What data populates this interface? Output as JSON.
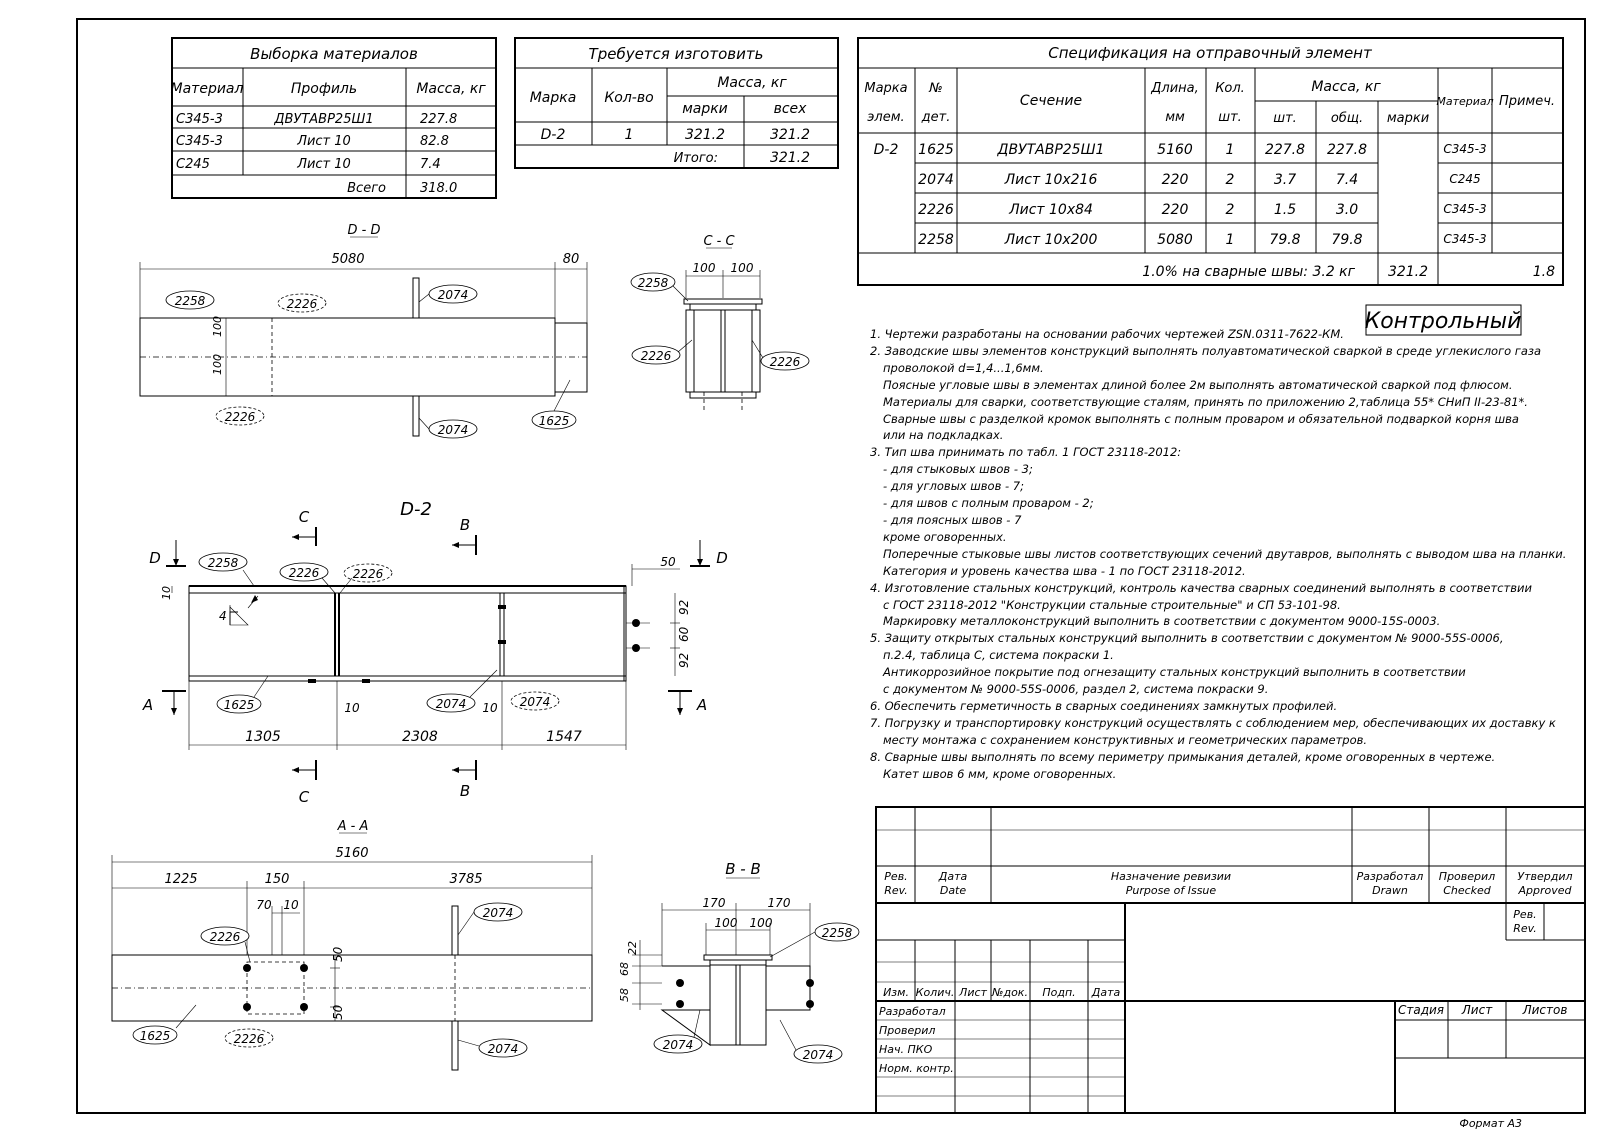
{
  "sample_table": {
    "title": "Выборка материалов",
    "headers": [
      "Материал",
      "Профиль",
      "Масса, кг"
    ],
    "rows": [
      [
        "С345-3",
        "ДВУТАВР25Ш1",
        "227.8"
      ],
      [
        "С345-3",
        "Лист 10",
        "82.8"
      ],
      [
        "С245",
        "Лист 10",
        "7.4"
      ]
    ],
    "total_label": "Всего",
    "total_value": "318.0"
  },
  "make_table": {
    "title": "Требуется изготовить",
    "h_mark": "Марка",
    "h_qty": "Кол-во",
    "h_mass": "Масса, кг",
    "h_each": "марки",
    "h_all": "всех",
    "row": [
      "D-2",
      "1",
      "321.2",
      "321.2"
    ],
    "total_label": "Итого:",
    "total_value": "321.2"
  },
  "spec_table": {
    "title": "Спецификация на отправочный элемент",
    "h_mark1": "Марка",
    "h_mark2": "элем.",
    "h_no1": "№",
    "h_no2": "дет.",
    "h_section": "Сечение",
    "h_len1": "Длина,",
    "h_len2": "мм",
    "h_qty1": "Кол.",
    "h_qty2": "шт.",
    "h_mass": "Масса, кг",
    "h_pc": "шт.",
    "h_tot": "общ.",
    "h_mk": "марки",
    "h_mat": "Материал",
    "h_note": "Примеч.",
    "mark": "D-2",
    "rows": [
      [
        "1625",
        "ДВУТАВР25Ш1",
        "5160",
        "1",
        "227.8",
        "227.8",
        "С345-3"
      ],
      [
        "2074",
        "Лист 10х216",
        "220",
        "2",
        "3.7",
        "7.4",
        "С245"
      ],
      [
        "2226",
        "Лист 10х84",
        "220",
        "2",
        "1.5",
        "3.0",
        "С345-3"
      ],
      [
        "2258",
        "Лист 10х200",
        "5080",
        "1",
        "79.8",
        "79.8",
        "С345-3"
      ]
    ],
    "weld_note": "1.0% на сварные швы: 3.2 кг",
    "mark_mass": "321.2",
    "weld_mass": "1.8"
  },
  "stamp_label": "Контрольный",
  "notes": [
    {
      "t": "1. Чертежи разработаны на основании рабочих чертежей ZSN.0311-7622-КМ.",
      "i": false
    },
    {
      "t": "2. Заводские швы элементов конструкций выполнять полуавтоматической сваркой в среде углекислого газа",
      "i": false
    },
    {
      "t": "проволокой d=1,4...1,6мм.",
      "i": true
    },
    {
      "t": "Поясные угловые швы в элементах длиной более 2м выполнять автоматической сваркой под флюсом.",
      "i": true
    },
    {
      "t": "Материалы для сварки, соответствующие сталям, принять по приложению 2,таблица 55* СНиП II-23-81*.",
      "i": true
    },
    {
      "t": "Сварные швы с разделкой кромок выполнять с полным проваром и обязательной подваркой корня шва",
      "i": true
    },
    {
      "t": "или на подкладках.",
      "i": true
    },
    {
      "t": "3. Тип шва принимать по табл. 1 ГОСТ 23118-2012:",
      "i": false
    },
    {
      "t": "- для стыковых швов - 3;",
      "i": true
    },
    {
      "t": "- для угловых швов - 7;",
      "i": true
    },
    {
      "t": "- для швов с полным проваром - 2;",
      "i": true
    },
    {
      "t": "- для поясных швов - 7",
      "i": true
    },
    {
      "t": "кроме оговоренных.",
      "i": true
    },
    {
      "t": "Поперечные стыковые швы листов соответствующих сечений двутавров, выполнять с выводом шва на планки.",
      "i": true
    },
    {
      "t": "Категория и уровень качества шва - 1 по ГОСТ 23118-2012.",
      "i": true
    },
    {
      "t": "4. Изготовление стальных конструкций, контроль качества сварных соединений выполнять в соответствии",
      "i": false
    },
    {
      "t": "с ГОСТ 23118-2012 \"Конструкции стальные строительные\" и СП 53-101-98.",
      "i": true
    },
    {
      "t": "Маркировку металлоконструкций выполнить в соответствии с документом 9000-15S-0003.",
      "i": true
    },
    {
      "t": "5. Защиту открытых стальных конструкций выполнить в соответствии с документом № 9000-55S-0006,",
      "i": false
    },
    {
      "t": "п.2.4, таблица С, система покраски 1.",
      "i": true
    },
    {
      "t": "Антикоррозийное покрытие под огнезащиту стальных конструкций выполнить  в соответствии",
      "i": true
    },
    {
      "t": "с документом № 9000-55S-0006, раздел 2, система покраски 9.",
      "i": true
    },
    {
      "t": "6. Обеспечить герметичность в сварных соединениях замкнутых профилей.",
      "i": false
    },
    {
      "t": "7. Погрузку и транспортировку конструкций осуществлять с соблюдением мер, обеспечивающих их доставку к",
      "i": false
    },
    {
      "t": "месту монтажа с сохранением конструктивных и геометрических параметров.",
      "i": true
    },
    {
      "t": "8. Сварные швы выполнять по всему периметру примыкания деталей, кроме оговоренных в чертеже.",
      "i": false
    },
    {
      "t": "Катет швов 6 мм, кроме оговоренных.",
      "i": true
    }
  ],
  "title_block": {
    "rev": "Рев.",
    "rev_en": "Rev.",
    "date": "Дата",
    "date_en": "Date",
    "purpose": "Назначение ревизии",
    "purpose_en": "Purpose of Issue",
    "drawn": "Разработал",
    "drawn_en": "Drawn",
    "checked": "Проверил",
    "checked_en": "Checked",
    "approved": "Утвердил",
    "approved_en": "Approved",
    "rev2": "Рев.",
    "rev2_en": "Rev.",
    "cols": [
      "Изм.",
      "Колич.",
      "Лист",
      "№док.",
      "Подп.",
      "Дата"
    ],
    "rows": [
      "Разработал",
      "Проверил",
      "Нач. ПКО",
      "Норм. контр."
    ],
    "stage": "Стадия",
    "sheet": "Лист",
    "sheets": "Листов",
    "format": "Формат  А3"
  },
  "views": {
    "dd": {
      "title": "D - D",
      "d_5080": "5080",
      "d_80": "80",
      "d_100a": "100",
      "d_100b": "100",
      "b_2258": "2258",
      "b_2226a": "2226",
      "b_2226b": "2226",
      "b_2074a": "2074",
      "b_2074b": "2074",
      "b_1625": "1625"
    },
    "cc": {
      "title": "C - C",
      "d_100a": "100",
      "d_100b": "100",
      "b_2258": "2258",
      "b_2226a": "2226",
      "b_2226b": "2226"
    },
    "main": {
      "title": "D-2",
      "cut_c": "C",
      "cut_b": "B",
      "cut_d": "D",
      "cut_a": "A",
      "d_10": "10",
      "d_50": "50",
      "d_92a": "92",
      "d_60": "60",
      "d_92b": "92",
      "d_1305": "1305",
      "d_2308": "2308",
      "d_1547": "1547",
      "d_10b": "10",
      "d_10c": "10",
      "weld": "4",
      "b_2258": "2258",
      "b_2226a": "2226",
      "b_2226b": "2226",
      "b_1625": "1625",
      "b_2074a": "2074",
      "b_2074b": "2074"
    },
    "aa": {
      "title": "A - A",
      "d_5160": "5160",
      "d_1225": "1225",
      "d_150": "150",
      "d_3785": "3785",
      "d_70": "70",
      "d_10": "10",
      "d_50a": "50",
      "d_50b": "50",
      "b_2226a": "2226",
      "b_2226b": "2226",
      "b_1625": "1625",
      "b_2074a": "2074",
      "b_2074b": "2074"
    },
    "bb": {
      "title": "B - B",
      "d_170a": "170",
      "d_170b": "170",
      "d_100a": "100",
      "d_100b": "100",
      "d_22": "22",
      "d_68": "68",
      "d_58": "58",
      "b_2258": "2258",
      "b_2074a": "2074",
      "b_2074b": "2074"
    }
  }
}
